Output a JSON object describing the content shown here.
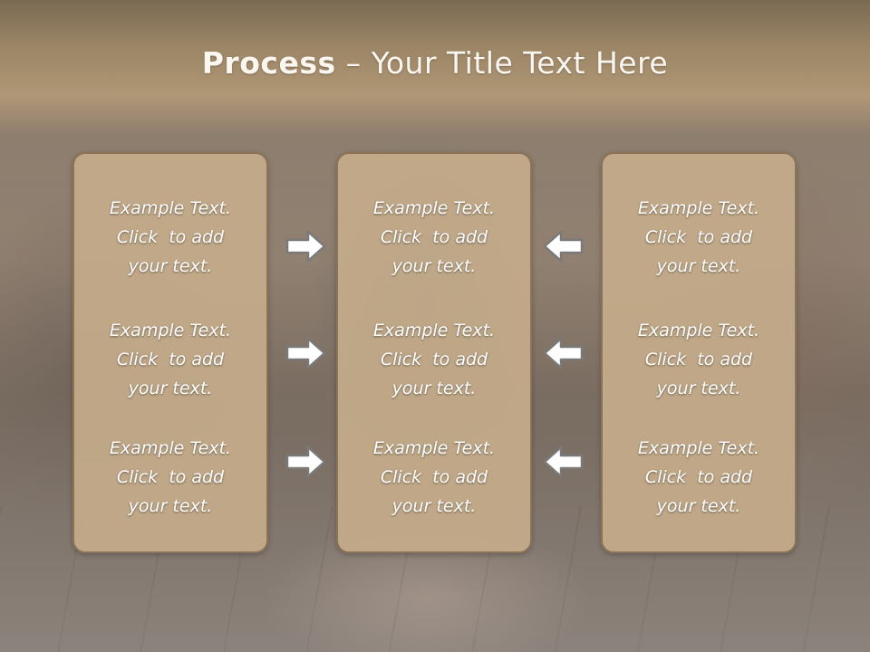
{
  "slide": {
    "title_bold": "Process",
    "title_rest": " – Your Title Text Here"
  },
  "columns": [
    {
      "id": "left",
      "blocks": [
        {
          "line1": "Example Text.",
          "line2": "Click  to add",
          "line3": "your text."
        },
        {
          "line1": "Example Text.",
          "line2": "Click  to add",
          "line3": "your text."
        },
        {
          "line1": "Example Text.",
          "line2": "Click  to add",
          "line3": "your text."
        }
      ]
    },
    {
      "id": "center",
      "blocks": [
        {
          "line1": "Example Text.",
          "line2": "Click  to add",
          "line3": "your text."
        },
        {
          "line1": "Example Text.",
          "line2": "Click  to add",
          "line3": "your text."
        },
        {
          "line1": "Example Text.",
          "line2": "Click  to add",
          "line3": "your text."
        }
      ]
    },
    {
      "id": "right",
      "blocks": [
        {
          "line1": "Example Text.",
          "line2": "Click  to add",
          "line3": "your text."
        },
        {
          "line1": "Example Text.",
          "line2": "Click  to add",
          "line3": "your text."
        },
        {
          "line1": "Example Text.",
          "line2": "Click  to add",
          "line3": "your text."
        }
      ]
    }
  ],
  "icons": {
    "left_arrows": "arrow-right-icon",
    "right_arrows": "arrow-left-icon"
  },
  "colors": {
    "box_fill": "#c4ab8a",
    "box_border": "#8a7356",
    "title_band": "#a58d6c",
    "text": "#ffffff"
  }
}
